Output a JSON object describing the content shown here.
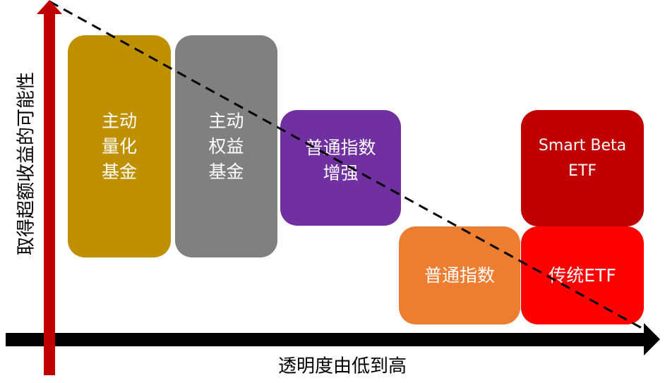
{
  "axes": {
    "y_label": "取得超额收益的可能性",
    "x_label": "透明度由低到高",
    "y_color": "#C00000",
    "x_color": "#000000"
  },
  "boxes": [
    {
      "id": "active-quant",
      "label": "主动\n量化\n基金",
      "color": "#BF9000"
    },
    {
      "id": "active-equity",
      "label": "主动\n权益\n基金",
      "color": "#808080"
    },
    {
      "id": "enhanced-index",
      "label": "普通指数\n增强",
      "color": "#7030A0"
    },
    {
      "id": "plain-index",
      "label": "普通指数",
      "color": "#ED7D31"
    },
    {
      "id": "smart-beta",
      "label": "Smart Beta\nETF",
      "color": "#C00000"
    },
    {
      "id": "traditional-etf",
      "label": "传统ETF",
      "color": "#FF0000"
    }
  ]
}
